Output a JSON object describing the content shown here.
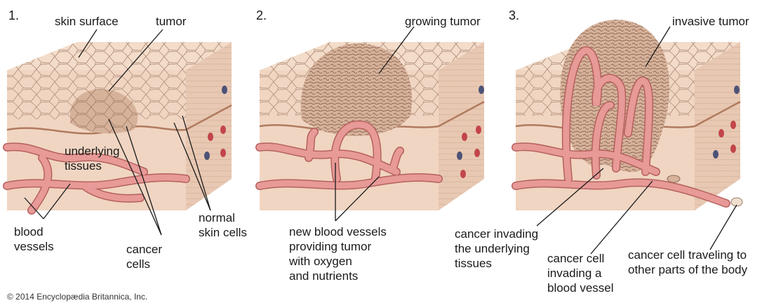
{
  "colors": {
    "skin_top": "#f3dcc9",
    "skin_side": "#f0d5c2",
    "skin_dark_side": "#e8c8b2",
    "tumor": "#d7b29a",
    "vessel": "#e79a97",
    "vessel_stroke": "#b5615e",
    "cell_line": "#8e6a55",
    "red_dot": "#c2454a",
    "blue_dot": "#4c5277",
    "label_line": "#1a1a1a"
  },
  "panels": [
    {
      "number": "1.",
      "labels": {
        "skin_surface": "skin surface",
        "tumor": "tumor",
        "underlying_tissues": "underlying\ntissues",
        "blood_vessels": "blood\nvessels",
        "cancer_cells": "cancer\ncells",
        "normal_skin_cells": "normal\nskin cells"
      }
    },
    {
      "number": "2.",
      "labels": {
        "growing_tumor": "growing tumor",
        "new_blood_vessels": "new blood vessels\nproviding tumor\nwith oxygen\nand nutrients"
      }
    },
    {
      "number": "3.",
      "labels": {
        "invasive_tumor": "invasive tumor",
        "cancer_invading_tissues": "cancer invading\nthe underlying\ntissues",
        "cancer_cell_invading_vessel": "cancer cell\ninvading a\nblood vessel",
        "cancer_cell_traveling": "cancer cell traveling to\nother parts of the body"
      }
    }
  ],
  "copyright": "© 2014 Encyclopædia Britannica, Inc."
}
